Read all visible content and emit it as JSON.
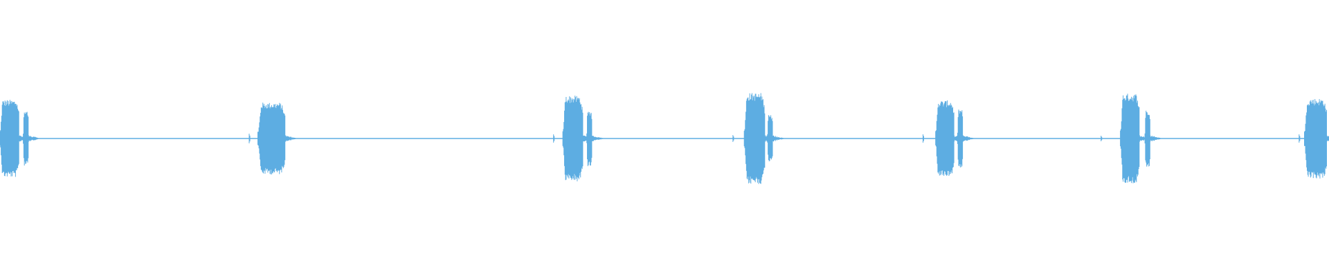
{
  "waveform": {
    "color": "#5dade2",
    "segments": [
      {
        "start": 0.0,
        "end": 0.0145,
        "amp": 0.56
      },
      {
        "start": 0.0175,
        "end": 0.0215,
        "amp": 0.39
      },
      {
        "start": 0.194,
        "end": 0.2145,
        "amp": 0.52
      },
      {
        "start": 0.4235,
        "end": 0.4385,
        "amp": 0.62
      },
      {
        "start": 0.4415,
        "end": 0.4455,
        "amp": 0.4
      },
      {
        "start": 0.56,
        "end": 0.5755,
        "amp": 0.66
      },
      {
        "start": 0.5775,
        "end": 0.5815,
        "amp": 0.34
      },
      {
        "start": 0.704,
        "end": 0.718,
        "amp": 0.55
      },
      {
        "start": 0.7205,
        "end": 0.7245,
        "amp": 0.42
      },
      {
        "start": 0.843,
        "end": 0.8575,
        "amp": 0.65
      },
      {
        "start": 0.8615,
        "end": 0.8655,
        "amp": 0.41
      },
      {
        "start": 0.9815,
        "end": 0.9985,
        "amp": 0.58
      }
    ],
    "blips": [
      {
        "pos": 0.1875,
        "amp": 0.07
      },
      {
        "pos": 0.4165,
        "amp": 0.06
      },
      {
        "pos": 0.5515,
        "amp": 0.05
      },
      {
        "pos": 0.6945,
        "amp": 0.06
      },
      {
        "pos": 0.8285,
        "amp": 0.04
      },
      {
        "pos": 0.9775,
        "amp": 0.06
      }
    ]
  }
}
